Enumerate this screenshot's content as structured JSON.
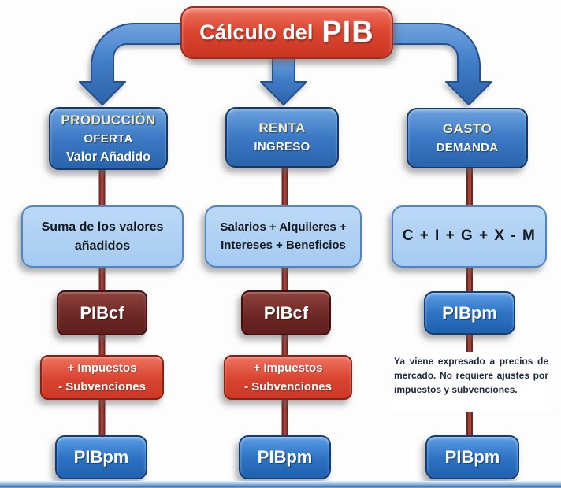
{
  "title": {
    "text": "Cálculo del",
    "highlight": "PIB"
  },
  "columns": [
    {
      "id": "produccion",
      "header": [
        "PRODUCCIÓN",
        "OFERTA",
        "Valor Añadido"
      ],
      "formula": "Suma de los valores añadidos",
      "factor_cost_label": "PIBcf",
      "adjustment": [
        "+ Impuestos",
        "- Subvenciones"
      ],
      "market_price_label": "PIBpm"
    },
    {
      "id": "renta",
      "header": [
        "RENTA",
        "INGRESO"
      ],
      "formula": "Salarios + Alquileres + Intereses + Beneficios",
      "factor_cost_label": "PIBcf",
      "adjustment": [
        "+ Impuestos",
        "- Subvenciones"
      ],
      "market_price_label": "PIBpm"
    },
    {
      "id": "gasto",
      "header": [
        "GASTO",
        "DEMANDA"
      ],
      "formula": "C + I + G + X - M",
      "initial_label": "PIBpm",
      "note": "Ya viene expresado a precios de mercado. No requiere ajustes por impuestos y subvenciones.",
      "market_price_label": "PIBpm"
    }
  ],
  "colors": {
    "title_red": "#d8442f",
    "header_blue": "#3c79c4",
    "light_blue": "#abcdf2",
    "factor_cost_maroon": "#6b2724",
    "adjustment_red": "#d84330",
    "market_price_blue": "#2e74c4",
    "connector_red": "#8e3533",
    "arrow_blue": "#3f7cc6",
    "header_accent_cream": "#f3eec9"
  }
}
